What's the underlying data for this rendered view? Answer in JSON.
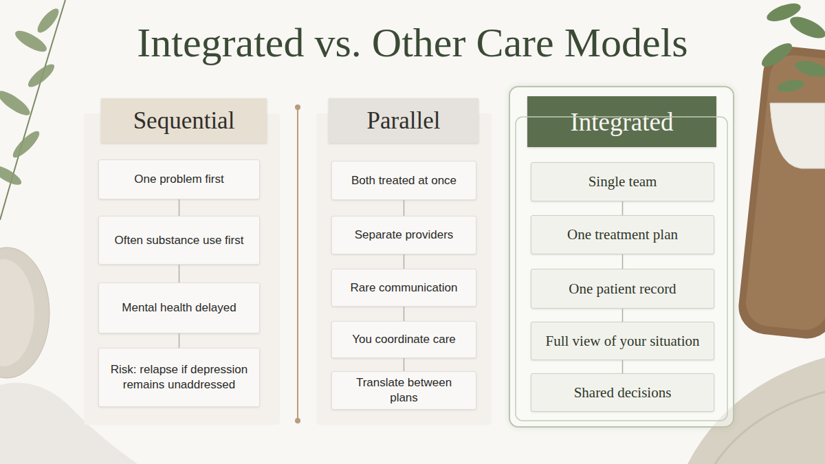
{
  "diagram": {
    "title": "Integrated vs. Other Care Models",
    "nodes": [
      {
        "text": [
          "Sequential"
        ]
      },
      {
        "text": [
          "One problem first"
        ],
        "in": 0
      },
      {
        "text": [
          "Often substance use first"
        ],
        "in": 0
      },
      {
        "text": [
          "Mental health delayed"
        ],
        "in": 0
      },
      {
        "text": [
          "Risk: relapse if depression remains unaddressed"
        ],
        "in": 0
      },
      {
        "text": [
          "Parallel"
        ]
      },
      {
        "text": [
          "Both treated at once"
        ],
        "in": 5
      },
      {
        "text": [
          "Separate providers"
        ],
        "in": 5
      },
      {
        "text": [
          "Rare communication"
        ],
        "in": 5
      },
      {
        "text": [
          "You coordinate care"
        ],
        "in": 5
      },
      {
        "text": [
          "Translate between plans"
        ],
        "in": 5
      },
      {
        "text": [
          "Integrated"
        ]
      },
      {
        "text": [
          "Single team"
        ],
        "in": 11
      },
      {
        "text": [
          "One treatment plan"
        ],
        "in": 11
      },
      {
        "text": [
          "One patient record"
        ],
        "in": 11
      },
      {
        "text": [
          "Full view of your situation"
        ],
        "in": 11
      },
      {
        "text": [
          "Shared decisions"
        ],
        "in": 11
      }
    ],
    "edges": [
      {
        "from": 1,
        "to": 2,
        "arrow": "none"
      },
      {
        "from": 2,
        "to": 3,
        "arrow": "none"
      },
      {
        "from": 3,
        "to": 4,
        "arrow": "none"
      },
      {
        "from": 6,
        "to": 7,
        "arrow": "none"
      },
      {
        "from": 7,
        "to": 8,
        "arrow": "none"
      },
      {
        "from": 8,
        "to": 9,
        "arrow": "none"
      },
      {
        "from": 9,
        "to": 10,
        "arrow": "none"
      },
      {
        "from": 12,
        "to": 13,
        "arrow": "none"
      },
      {
        "from": 13,
        "to": 14,
        "arrow": "none"
      },
      {
        "from": 14,
        "to": 15,
        "arrow": "none"
      },
      {
        "from": 15,
        "to": 16,
        "arrow": "none"
      }
    ]
  }
}
